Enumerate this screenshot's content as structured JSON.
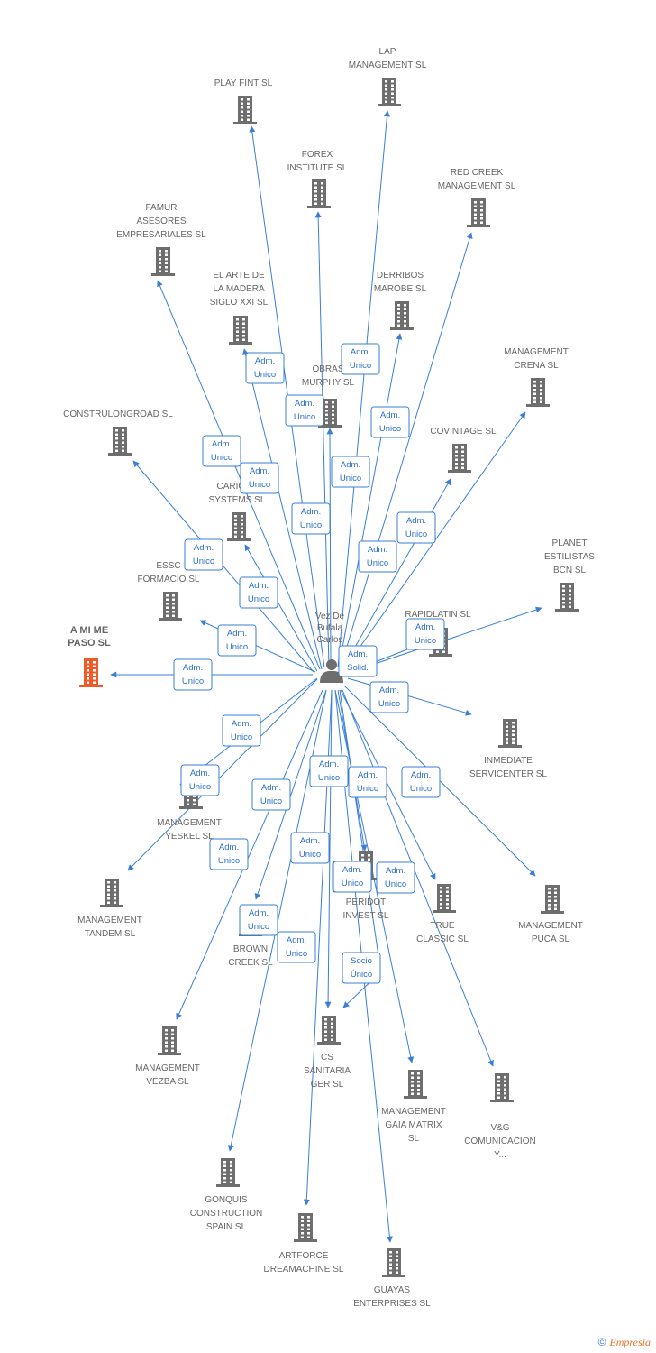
{
  "center_person": {
    "name": "Vez De Bufala Carlos",
    "lines": [
      "Vez De",
      "Bufala",
      "Carlos"
    ],
    "icon": "person-icon"
  },
  "colors": {
    "edge": "#3a7fd5",
    "building": "#6e6e6e",
    "highlight_building": "#f05a28",
    "label": "#666666"
  },
  "companies": [
    {
      "id": "lap",
      "lines": [
        "LAP",
        "MANAGEMENT SL"
      ],
      "highlight": false
    },
    {
      "id": "playfint",
      "lines": [
        "PLAY FINT  SL"
      ],
      "highlight": false
    },
    {
      "id": "forex",
      "lines": [
        "FOREX",
        "INSTITUTE SL"
      ],
      "highlight": false
    },
    {
      "id": "redcreek",
      "lines": [
        "RED CREEK",
        "MANAGEMENT SL"
      ],
      "highlight": false
    },
    {
      "id": "famur",
      "lines": [
        "FAMUR",
        "ASESORES",
        "EMPRESARIALES SL"
      ],
      "highlight": false
    },
    {
      "id": "elarte",
      "lines": [
        "EL ARTE DE",
        "LA MADERA",
        "SIGLO XXI SL"
      ],
      "highlight": false
    },
    {
      "id": "derribos",
      "lines": [
        "DERRIBOS",
        "MAROBE SL"
      ],
      "highlight": false
    },
    {
      "id": "crena",
      "lines": [
        "MANAGEMENT",
        "CRENA SL"
      ],
      "highlight": false
    },
    {
      "id": "obras",
      "lines": [
        "OBRAS",
        "MURPHY SL"
      ],
      "highlight": false
    },
    {
      "id": "construlon",
      "lines": [
        "CONSTRULONGROAD SL"
      ],
      "highlight": false
    },
    {
      "id": "covintage",
      "lines": [
        "COVINTAGE SL"
      ],
      "highlight": false
    },
    {
      "id": "caright",
      "lines": [
        "CARIGHT",
        "SYSTEMS SL"
      ],
      "highlight": false
    },
    {
      "id": "essc",
      "lines": [
        "ESSC",
        "FORMACIO  SL"
      ],
      "highlight": false
    },
    {
      "id": "planet",
      "lines": [
        "PLANET",
        "ESTILISTAS",
        "BCN SL"
      ],
      "highlight": false
    },
    {
      "id": "rapidlatin",
      "lines": [
        "RAPIDLATIN SL"
      ],
      "highlight": false
    },
    {
      "id": "amime",
      "lines": [
        "A MI ME",
        "PASO SL"
      ],
      "highlight": true
    },
    {
      "id": "inmediate",
      "lines": [
        "INMEDIATE",
        "SERVICENTER SL"
      ],
      "highlight": false
    },
    {
      "id": "yeskel",
      "lines": [
        "MANAGEMENT",
        "YESKEL SL"
      ],
      "highlight": false
    },
    {
      "id": "tandem",
      "lines": [
        "MANAGEMENT",
        "TANDEM SL"
      ],
      "highlight": false
    },
    {
      "id": "peridot",
      "lines": [
        "PERIDOT",
        "INVEST SL"
      ],
      "highlight": false
    },
    {
      "id": "trueclassic",
      "lines": [
        "TRUE",
        "CLASSIC SL"
      ],
      "highlight": false
    },
    {
      "id": "puca",
      "lines": [
        "MANAGEMENT",
        "PUCA SL"
      ],
      "highlight": false
    },
    {
      "id": "brown",
      "lines": [
        "BROWN",
        "CREEK SL"
      ],
      "highlight": false
    },
    {
      "id": "vezba",
      "lines": [
        "MANAGEMENT",
        "VEZBA SL"
      ],
      "highlight": false
    },
    {
      "id": "cs",
      "lines": [
        "CS",
        "SANITARIA",
        "GER SL"
      ],
      "highlight": false
    },
    {
      "id": "gaia",
      "lines": [
        "MANAGEMENT",
        "GAIA MATRIX",
        "SL"
      ],
      "highlight": false
    },
    {
      "id": "vg",
      "lines": [
        "V&G",
        "COMUNICACION",
        "Y..."
      ],
      "highlight": false
    },
    {
      "id": "gonquis",
      "lines": [
        "GONQUIS",
        "CONSTRUCTION",
        "SPAIN  SL"
      ],
      "highlight": false
    },
    {
      "id": "artforce",
      "lines": [
        "ARTFORCE",
        "DREAMACHINE SL"
      ],
      "highlight": false
    },
    {
      "id": "guayas",
      "lines": [
        "GUAYAS",
        "ENTERPRISES SL"
      ],
      "highlight": false
    }
  ],
  "relations": [
    {
      "target": "lap",
      "role": [
        "Adm.",
        "Unico"
      ]
    },
    {
      "target": "playfint",
      "role": [
        "Adm.",
        "Unico"
      ]
    },
    {
      "target": "forex",
      "role": [
        "Adm.",
        "Unico"
      ]
    },
    {
      "target": "redcreek",
      "role": [
        "Adm.",
        "Unico"
      ]
    },
    {
      "target": "famur",
      "role": [
        "Adm.",
        "Unico"
      ]
    },
    {
      "target": "elarte",
      "role": [
        "Adm.",
        "Unico"
      ]
    },
    {
      "target": "derribos",
      "role": [
        "Adm.",
        "Unico"
      ]
    },
    {
      "target": "crena",
      "role": [
        "Adm.",
        "Unico"
      ]
    },
    {
      "target": "obras",
      "role": [
        "Adm.",
        "Unico"
      ]
    },
    {
      "target": "construlon",
      "role": [
        "Adm.",
        "Unico"
      ]
    },
    {
      "target": "covintage",
      "role": [
        "Adm.",
        "Unico"
      ]
    },
    {
      "target": "caright",
      "role": [
        "Adm.",
        "Unico"
      ]
    },
    {
      "target": "essc",
      "role": [
        "Adm.",
        "Unico"
      ]
    },
    {
      "target": "planet",
      "role": [
        "Adm.",
        "Solid."
      ]
    },
    {
      "target": "rapidlatin",
      "role": [
        "Adm.",
        "Unico"
      ]
    },
    {
      "target": "amime",
      "role": [
        "Adm.",
        "Unico"
      ]
    },
    {
      "target": "inmediate",
      "role": [
        "Adm.",
        "Unico"
      ]
    },
    {
      "target": "yeskel",
      "role": [
        "Adm.",
        "Unico"
      ]
    },
    {
      "target": "tandem",
      "role": [
        "Adm.",
        "Unico"
      ]
    },
    {
      "target": "peridot",
      "role": [
        "Adm.",
        "Unico"
      ]
    },
    {
      "target": "trueclassic",
      "role": [
        "Adm.",
        "Unico"
      ]
    },
    {
      "target": "puca",
      "role": [
        "Adm.",
        "Unico"
      ]
    },
    {
      "target": "brown",
      "role": [
        "Adm.",
        "Unico"
      ]
    },
    {
      "target": "vezba",
      "role": [
        "Adm.",
        "Unico"
      ]
    },
    {
      "target": "cs",
      "role": [
        "Adm.",
        "Unico"
      ]
    },
    {
      "target": "cs",
      "role": [
        "Socio",
        "Único"
      ]
    },
    {
      "target": "gaia",
      "role": [
        "Adm.",
        "Unico"
      ]
    },
    {
      "target": "vg",
      "role": [
        "Adm.",
        "Unico"
      ]
    },
    {
      "target": "gonquis",
      "role": [
        "Adm.",
        "Unico"
      ]
    },
    {
      "target": "artforce",
      "role": [
        "Adm.",
        "Unico"
      ]
    },
    {
      "target": "guayas",
      "role": [
        "Adm.",
        "Unico"
      ]
    }
  ],
  "footer": {
    "copyright": "©",
    "brand": "Empresia"
  }
}
